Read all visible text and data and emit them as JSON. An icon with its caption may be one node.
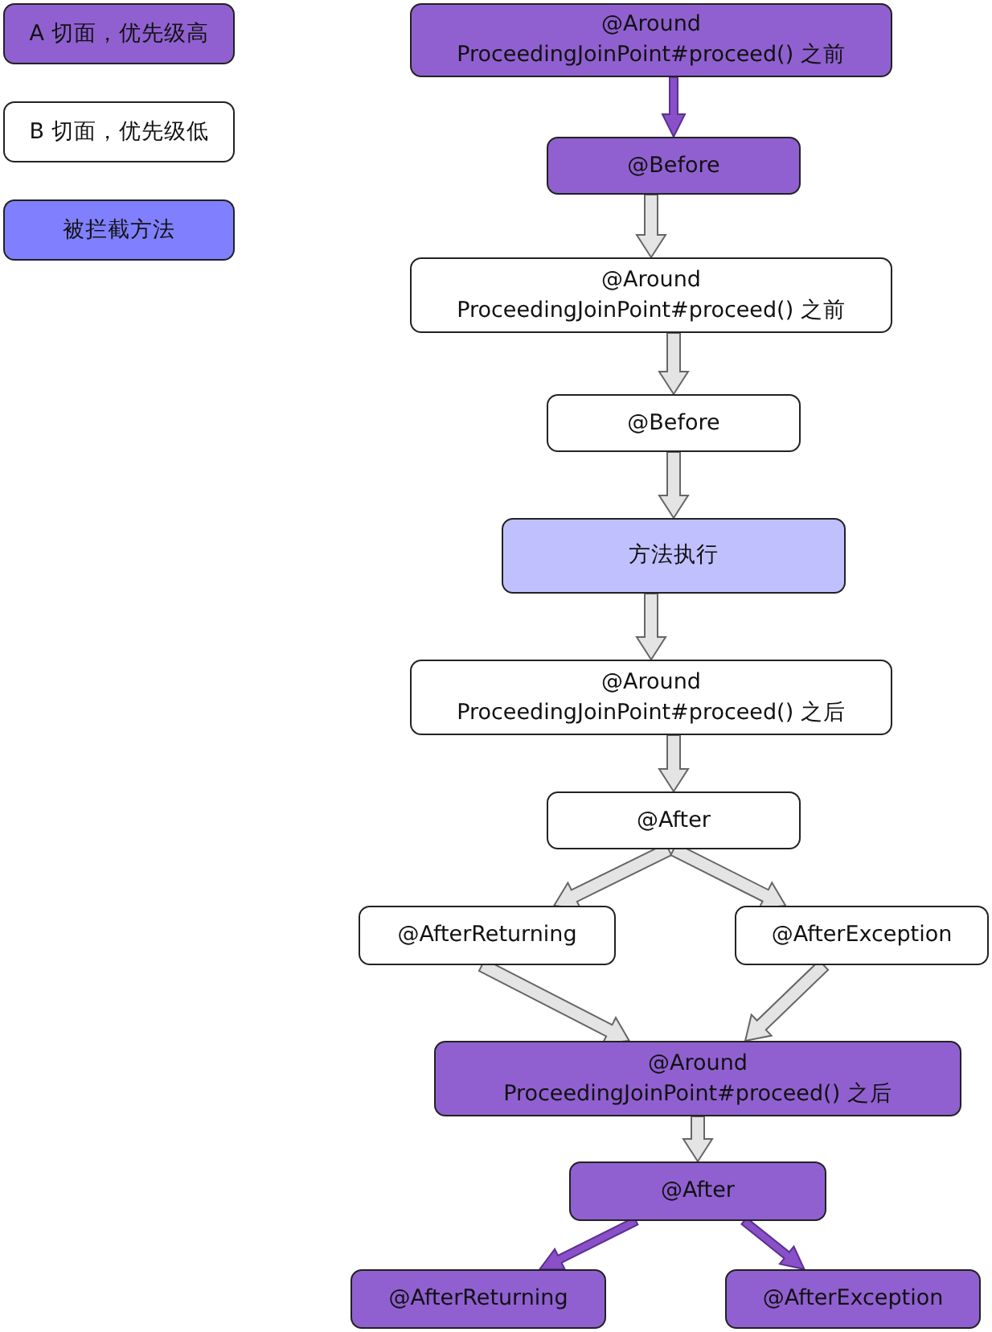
{
  "diagram": {
    "nodes": [
      {
        "text": [
          "@Around ProceedingJoinPoint#proceed() 之前"
        ]
      },
      {
        "text": [
          "@Before"
        ]
      },
      {
        "text": [
          "@Around ProceedingJoinPoint#proceed() 之前"
        ]
      },
      {
        "text": [
          "@Before"
        ]
      },
      {
        "text": [
          "方法执行"
        ]
      },
      {
        "text": [
          "@Around ProceedingJoinPoint#proceed() 之后"
        ]
      },
      {
        "text": [
          "@After"
        ]
      },
      {
        "text": [
          "@AfterReturning"
        ]
      },
      {
        "text": [
          "@AfterException"
        ]
      },
      {
        "text": [
          "@Around ProceedingJoinPoint#proceed() 之后"
        ]
      },
      {
        "text": [
          "@After"
        ]
      },
      {
        "text": [
          "@AfterReturning"
        ]
      },
      {
        "text": [
          "@AfterException"
        ]
      }
    ],
    "edges": [
      {
        "from": 0,
        "to": 1,
        "arrow": "to",
        "color": "#8a50c8"
      },
      {
        "from": 1,
        "to": 2,
        "arrow": "to"
      },
      {
        "from": 2,
        "to": 3,
        "arrow": "to"
      },
      {
        "from": 3,
        "to": 4,
        "arrow": "to"
      },
      {
        "from": 4,
        "to": 5,
        "arrow": "to"
      },
      {
        "from": 5,
        "to": 6,
        "arrow": "to"
      },
      {
        "from": 6,
        "to": 7,
        "arrow": "to"
      },
      {
        "from": 6,
        "to": 8,
        "arrow": "to"
      },
      {
        "from": 7,
        "to": 9,
        "arrow": "to"
      },
      {
        "from": 8,
        "to": 9,
        "arrow": "to"
      },
      {
        "from": 9,
        "to": 10,
        "arrow": "to"
      },
      {
        "from": 10,
        "to": 11,
        "arrow": "to",
        "color": "#8a50c8"
      },
      {
        "from": 10,
        "to": 12,
        "arrow": "to",
        "color": "#8a50c8"
      }
    ],
    "legend": [
      {
        "text": "A 切面，优先级高",
        "color": "#9060d0"
      },
      {
        "text": "B 切面，优先级低",
        "color": "#ffffff"
      },
      {
        "text": "被拦截方法",
        "color": "#8080ff"
      }
    ]
  }
}
